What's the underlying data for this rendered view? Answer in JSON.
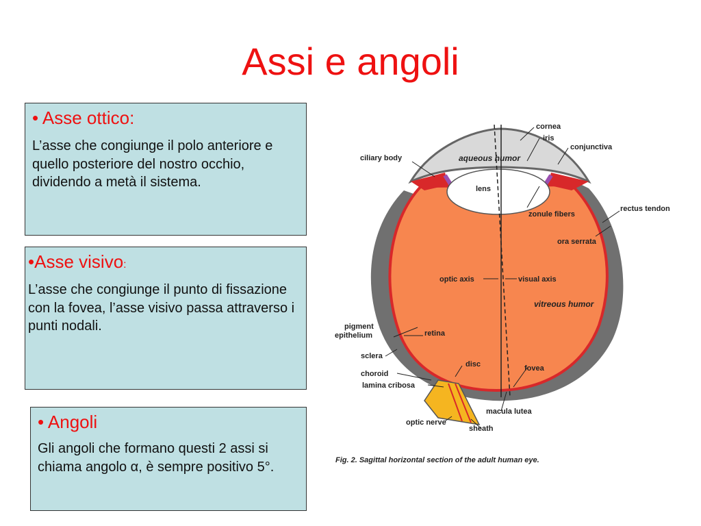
{
  "title": "Assi e angoli",
  "boxes": [
    {
      "bullet": "•",
      "heading": "Asse ottico:",
      "text": "L’asse che congiunge il polo anteriore e quello posteriore del nostro occhio, dividendo a metà il sistema."
    },
    {
      "bullet": "•",
      "heading": "Asse visivo",
      "heading_suffix": ":",
      "text": "L’asse che congiunge il punto di fissazione con la fovea, l’asse visivo passa attraverso i punti nodali."
    },
    {
      "bullet": "•",
      "heading": "Angoli",
      "text": "Gli angoli che formano questi 2 assi si chiama angolo α, è sempre positivo 5°."
    }
  ],
  "diagram": {
    "labels": {
      "cornea": "cornea",
      "iris": "iris",
      "conjunctiva": "conjunctiva",
      "ciliary_body": "ciliary body",
      "aqueous_humor": "aqueous humor",
      "lens": "lens",
      "zonule_fibers": "zonule fibers",
      "rectus_tendon": "rectus tendon",
      "ora_serrata": "ora serrata",
      "optic_axis": "optic axis",
      "visual_axis": "visual axis",
      "vitreous_humor": "vitreous humor",
      "pigment": "pigment",
      "epithelium": "epithelium",
      "retina": "retina",
      "sclera": "sclera",
      "disc": "disc",
      "choroid": "choroid",
      "fovea": "fovea",
      "lamina_cribosa": "lamina cribosa",
      "macula_lutea": "macula lutea",
      "optic_nerve": "optic nerve",
      "sheath": "sheath"
    },
    "caption": "Fig. 2. Sagittal horizontal section of the adult human eye.",
    "colors": {
      "vitreous": "#f7864f",
      "aqueous": "#d9d9d9",
      "sclera": "#707070",
      "retina": "#d8282a",
      "nerve": "#f5b520"
    }
  }
}
